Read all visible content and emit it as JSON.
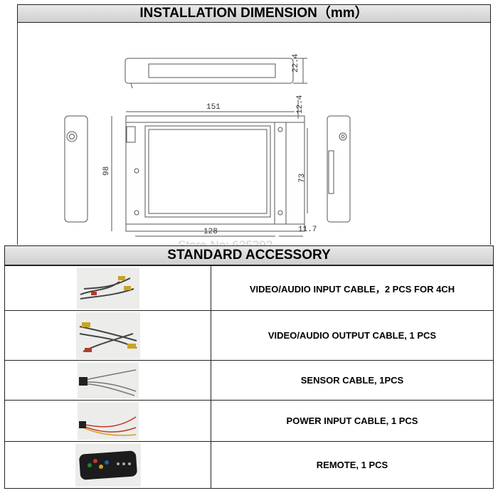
{
  "installation": {
    "title": "INSTALLATION DIMENSION（mm）",
    "dimensions": {
      "height_side": "22.4",
      "width_total": "151",
      "offset_top": "12.4",
      "height_front": "98",
      "height_inner": "73",
      "width_inner": "128",
      "offset_bottom": "11.7"
    }
  },
  "watermark": "Store No: 625292",
  "accessory": {
    "title": "STANDARD ACCESSORY",
    "items": [
      {
        "label": "VIDEO/AUDIO INPUT CABLE，2 PCS FOR 4CH",
        "icon": "input-cable-photo"
      },
      {
        "label": "VIDEO/AUDIO OUTPUT CABLE, 1 PCS",
        "icon": "output-cable-photo"
      },
      {
        "label": "SENSOR CABLE, 1PCS",
        "icon": "sensor-cable-photo"
      },
      {
        "label": "POWER INPUT CABLE, 1 PCS",
        "icon": "power-cable-photo"
      },
      {
        "label": "REMOTE, 1 PCS",
        "icon": "remote-photo"
      }
    ]
  }
}
